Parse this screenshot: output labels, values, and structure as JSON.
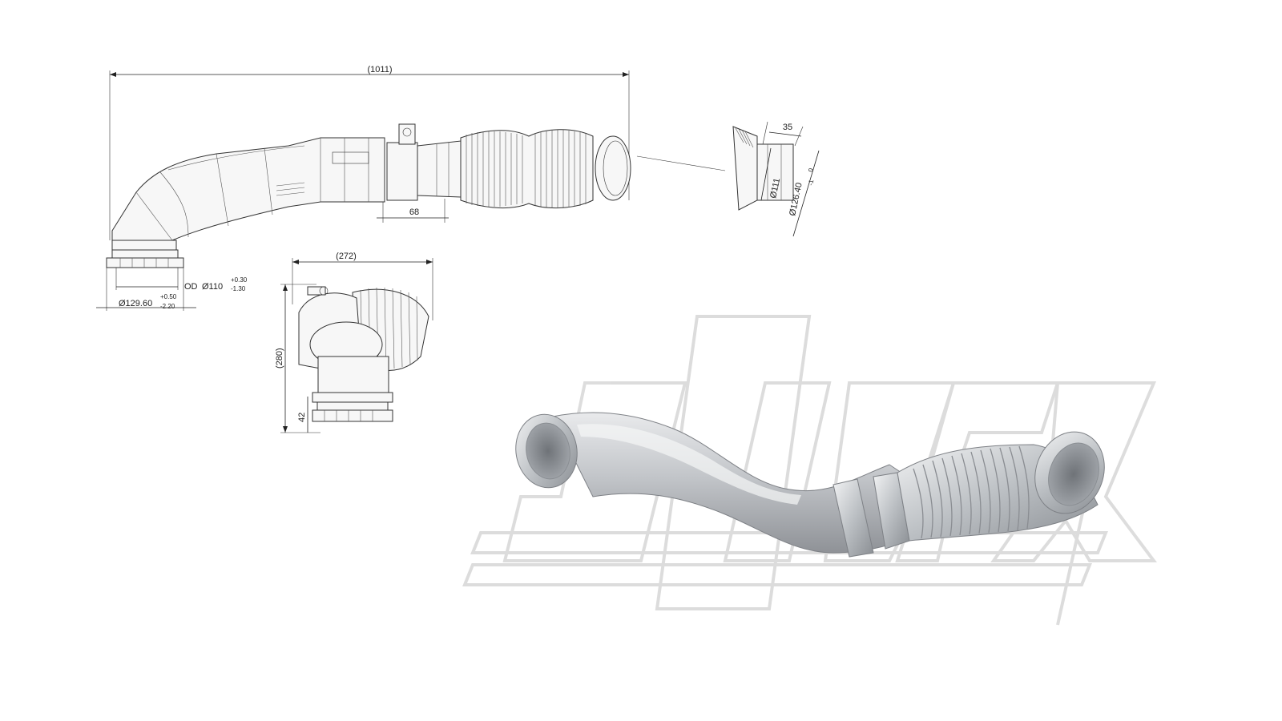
{
  "dimensions": {
    "overall_length": "(1011)",
    "clamp_width": "68",
    "od_label": "OD",
    "od_value": "Ø110",
    "od_tol_upper": "+0.30",
    "od_tol_lower": "-1.30",
    "inlet_value": "Ø129.60",
    "inlet_tol_upper": "+0.50",
    "inlet_tol_lower": "-2.20",
    "side_width": "(272)",
    "side_height": "(280)",
    "side_bottom": "42",
    "detail_length": "35",
    "detail_inner": "Ø111",
    "detail_outer": "Ø126.40",
    "detail_tol_upper": "0",
    "detail_tol_lower": "-1"
  },
  "watermark": {
    "brand": "dinex"
  },
  "colors": {
    "line": "#222222",
    "metal": "#b9bcc0",
    "watermark": "#d9d9d9"
  }
}
